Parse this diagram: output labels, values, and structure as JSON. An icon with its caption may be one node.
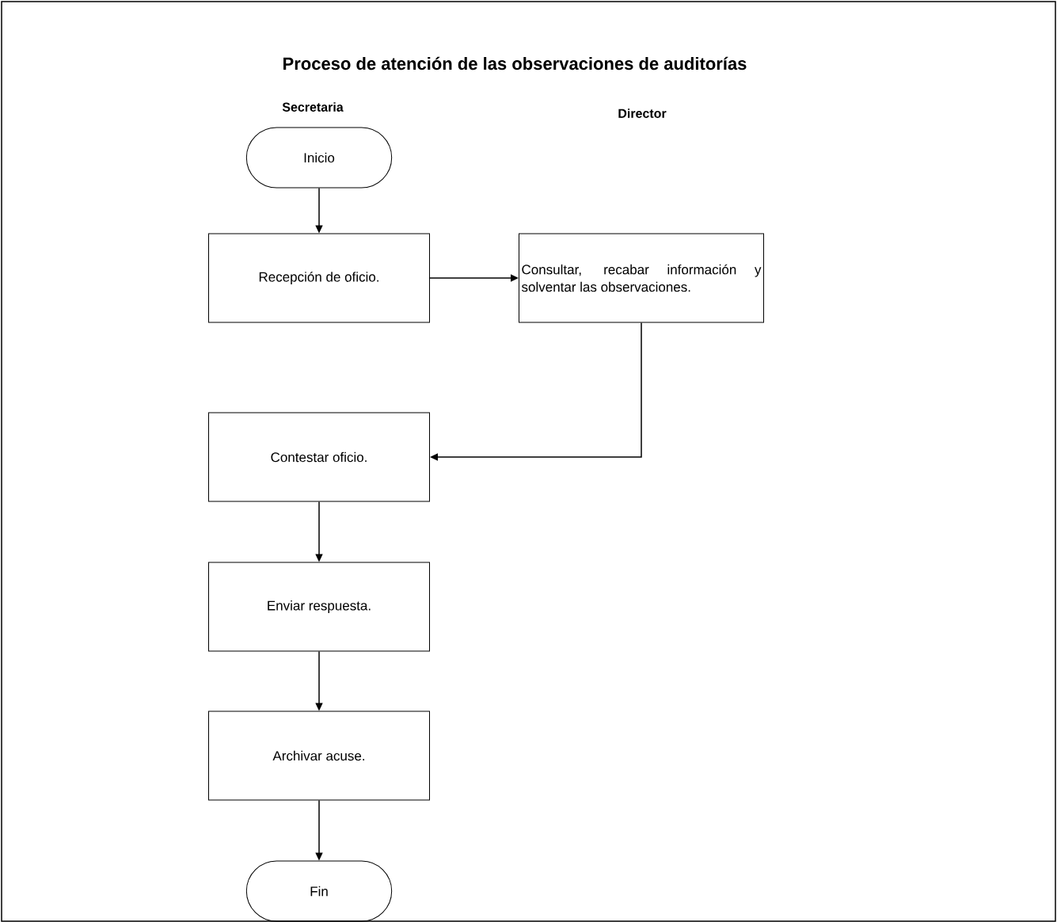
{
  "diagram": {
    "title": "Proceso de atención de las observaciones de auditorías",
    "nodes": [
      {
        "text": [
          "Inicio"
        ]
      },
      {
        "text": [
          "Recepción de oficio."
        ]
      },
      {
        "text": [
          "Consultar, recabar información y solventar las observaciones."
        ]
      },
      {
        "text": [
          "Contestar oficio."
        ]
      },
      {
        "text": [
          "Enviar respuesta."
        ]
      },
      {
        "text": [
          "Archivar acuse."
        ]
      },
      {
        "text": [
          "Fin"
        ]
      }
    ],
    "edges": [
      {
        "from": 0,
        "to": 1,
        "arrow": "to"
      },
      {
        "from": 1,
        "to": 2,
        "arrow": "to"
      },
      {
        "from": 2,
        "to": 3,
        "arrow": "to"
      },
      {
        "from": 3,
        "to": 4,
        "arrow": "to"
      },
      {
        "from": 4,
        "to": 5,
        "arrow": "to"
      },
      {
        "from": 5,
        "to": 6,
        "arrow": "to"
      }
    ],
    "labels": [
      "Secretaria",
      "Director"
    ]
  }
}
